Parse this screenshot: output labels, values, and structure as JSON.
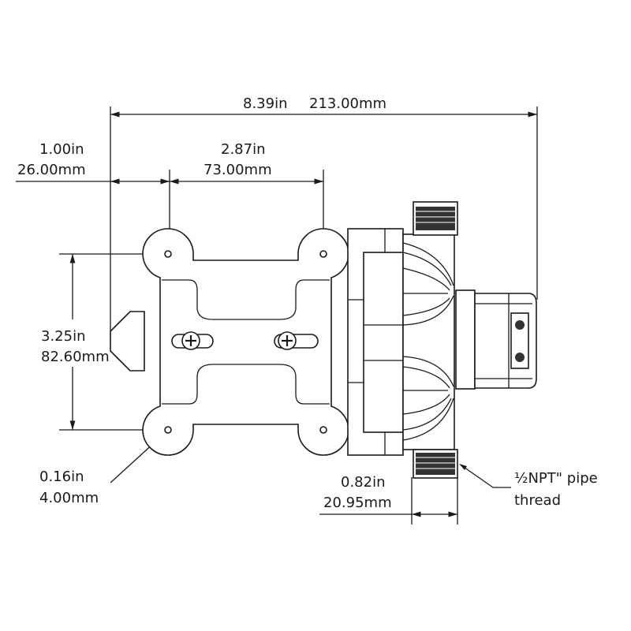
{
  "dimensions": {
    "overall_length": {
      "in": "8.39in",
      "mm": "213.00mm"
    },
    "edge_to_hole": {
      "in": "1.00in",
      "mm": "26.00mm"
    },
    "hole_spacing_horizontal": {
      "in": "2.87in",
      "mm": "73.00mm"
    },
    "hole_spacing_vertical": {
      "in": "3.25in",
      "mm": "82.60mm"
    },
    "hole_diameter": {
      "in": "0.16in",
      "mm": "4.00mm"
    },
    "port_width": {
      "in": "0.82in",
      "mm": "20.95mm"
    }
  },
  "callouts": {
    "thread_line1": "½NPT\" pipe",
    "thread_line2": "thread"
  }
}
